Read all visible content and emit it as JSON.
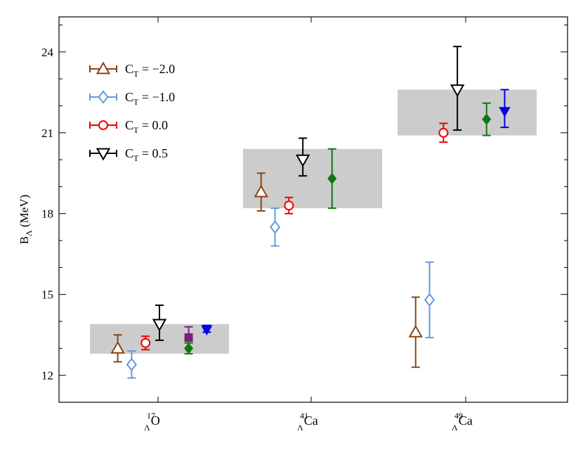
{
  "chart_data": {
    "type": "scatter",
    "title": "",
    "xlabel": "",
    "ylabel": "B_Λ (MeV)",
    "ylabel_main": "B",
    "ylabel_sub": "Λ",
    "ylabel_unit": " (MeV)",
    "ylim": [
      11,
      25.3
    ],
    "yticks": [
      12,
      15,
      18,
      21,
      24
    ],
    "grid": false,
    "legend_position": "top-left",
    "categories": [
      {
        "mass": "17",
        "lambda": "Λ",
        "symbol": "O"
      },
      {
        "mass": "41",
        "lambda": "Λ",
        "symbol": "Ca"
      },
      {
        "mass": "49",
        "lambda": "Λ",
        "symbol": "Ca"
      }
    ],
    "bands": [
      {
        "category": 0,
        "ymin": 12.8,
        "ymax": 13.9,
        "color": "#cccccc"
      },
      {
        "category": 1,
        "ymin": 18.2,
        "ymax": 20.4,
        "color": "#cccccc"
      },
      {
        "category": 2,
        "ymin": 20.9,
        "ymax": 22.6,
        "color": "#cccccc"
      }
    ],
    "series": [
      {
        "name": "C_T = −2.0",
        "label_main": "C",
        "label_sub": "T",
        "label_rest": " = −2.0",
        "marker": "triangle-up",
        "fill": "open",
        "color": "#8B4513",
        "points": [
          {
            "category": 0,
            "x": 0.2,
            "y": 13.0,
            "ymin": 12.5,
            "ymax": 13.5
          },
          {
            "category": 1,
            "x": 0.13,
            "y": 18.8,
            "ymin": 18.1,
            "ymax": 19.5
          },
          {
            "category": 2,
            "x": 0.13,
            "y": 13.6,
            "ymin": 12.3,
            "ymax": 14.9
          }
        ]
      },
      {
        "name": "C_T = −1.0",
        "label_main": "C",
        "label_sub": "T",
        "label_rest": " = −1.0",
        "marker": "diamond",
        "fill": "open",
        "color": "#6699DD",
        "points": [
          {
            "category": 0,
            "x": 0.3,
            "y": 12.4,
            "ymin": 11.9,
            "ymax": 12.9
          },
          {
            "category": 1,
            "x": 0.23,
            "y": 17.5,
            "ymin": 16.8,
            "ymax": 18.2
          },
          {
            "category": 2,
            "x": 0.23,
            "y": 14.8,
            "ymin": 13.4,
            "ymax": 16.2
          }
        ]
      },
      {
        "name": "C_T = 0.0",
        "label_main": "C",
        "label_sub": "T",
        "label_rest": " = 0.0",
        "marker": "circle",
        "fill": "open",
        "color": "#EE0000",
        "points": [
          {
            "category": 0,
            "x": 0.4,
            "y": 13.2,
            "ymin": 12.95,
            "ymax": 13.45
          },
          {
            "category": 1,
            "x": 0.33,
            "y": 18.3,
            "ymin": 18.0,
            "ymax": 18.6
          },
          {
            "category": 2,
            "x": 0.33,
            "y": 21.0,
            "ymin": 20.65,
            "ymax": 21.35
          }
        ]
      },
      {
        "name": "C_T = 0.5",
        "label_main": "C",
        "label_sub": "T",
        "label_rest": " = 0.5",
        "marker": "triangle-down",
        "fill": "open",
        "color": "#000000",
        "points": [
          {
            "category": 0,
            "x": 0.5,
            "y": 13.9,
            "ymin": 13.3,
            "ymax": 14.6
          },
          {
            "category": 1,
            "x": 0.43,
            "y": 20.0,
            "ymin": 19.4,
            "ymax": 20.8
          },
          {
            "category": 2,
            "x": 0.43,
            "y": 22.6,
            "ymin": 21.1,
            "ymax": 24.2
          }
        ]
      },
      {
        "name": "",
        "marker": "square",
        "fill": "solid",
        "color": "#7B1F7B",
        "in_legend": false,
        "points": [
          {
            "category": 0,
            "x": 0.71,
            "y": 13.4,
            "ymin": 13.0,
            "ymax": 13.8
          }
        ]
      },
      {
        "name": "",
        "marker": "diamond",
        "fill": "solid",
        "color": "#117711",
        "in_legend": false,
        "points": [
          {
            "category": 0,
            "x": 0.71,
            "y": 13.0,
            "ymin": 12.8,
            "ymax": 13.2
          },
          {
            "category": 1,
            "x": 0.64,
            "y": 19.3,
            "ymin": 18.2,
            "ymax": 20.4
          },
          {
            "category": 2,
            "x": 0.64,
            "y": 21.5,
            "ymin": 20.9,
            "ymax": 22.1
          }
        ]
      },
      {
        "name": "",
        "marker": "triangle-down",
        "fill": "solid",
        "color": "#0000EE",
        "in_legend": false,
        "points": [
          {
            "category": 0,
            "x": 0.84,
            "y": 13.7,
            "ymin": 13.6,
            "ymax": 13.85
          },
          {
            "category": 2,
            "x": 0.77,
            "y": 21.8,
            "ymin": 21.2,
            "ymax": 22.6
          }
        ]
      }
    ]
  }
}
